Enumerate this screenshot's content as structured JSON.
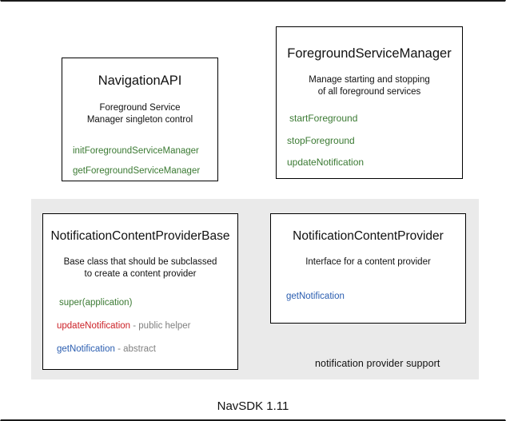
{
  "diagram": {
    "footer_caption": "NavSDK 1.11",
    "group": {
      "label": "notification provider support"
    },
    "boxes": [
      {
        "id": "navigation-api",
        "title": "NavigationAPI",
        "description": "Foreground Service\nManager singleton control",
        "desc_line_1": "Foreground Service",
        "desc_line_2": "Manager singleton control",
        "members": [
          {
            "name": "initForegroundServiceManager",
            "color": "green",
            "note": ""
          },
          {
            "name": "getForegroundServiceManager",
            "color": "green",
            "note": ""
          }
        ]
      },
      {
        "id": "foreground-service-manager",
        "title": "ForegroundServiceManager",
        "desc_line_1": "Manage starting and stopping",
        "desc_line_2": "of all foreground services",
        "members": [
          {
            "name": "startForeground",
            "color": "green",
            "note": ""
          },
          {
            "name": "stopForeground",
            "color": "green",
            "note": ""
          },
          {
            "name": "updateNotification",
            "color": "green",
            "note": ""
          }
        ]
      },
      {
        "id": "notification-content-provider-base",
        "title": "NotificationContentProviderBase",
        "desc_line_1": "Base class that should be subclassed",
        "desc_line_2": "to create a content provider",
        "members": [
          {
            "name": "super(application)",
            "color": "green",
            "note": ""
          },
          {
            "name": "updateNotification",
            "color": "red",
            "note": " - public helper"
          },
          {
            "name": "getNotification",
            "color": "blue",
            "note": " - abstract"
          }
        ]
      },
      {
        "id": "notification-content-provider",
        "title": "NotificationContentProvider",
        "desc_line_1": "Interface for a content provider",
        "desc_line_2": "",
        "members": [
          {
            "name": "getNotification",
            "color": "blue",
            "note": ""
          }
        ]
      }
    ],
    "colors": {
      "green": "#3b7a33",
      "red": "#cc2127",
      "blue": "#2a5db0",
      "gray": "#808080",
      "panel_bg": "#eaeaea",
      "box_border": "#000000",
      "text": "#111111"
    }
  }
}
